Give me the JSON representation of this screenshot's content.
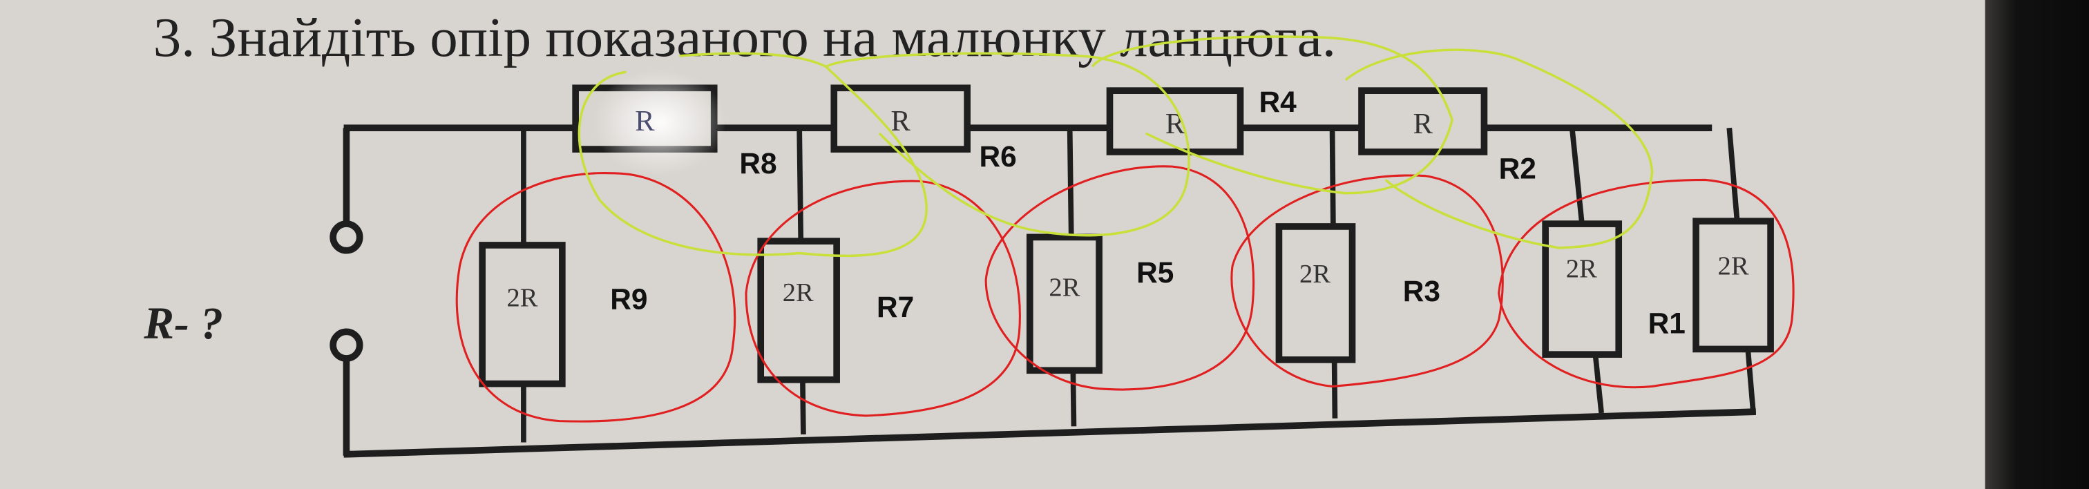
{
  "title": "3. Знайдіть опір показаного на малюнку ланцюга.",
  "question": "R- ?",
  "series_resistors": [
    {
      "value": "R",
      "annotation": "R8"
    },
    {
      "value": "R",
      "annotation": "R6"
    },
    {
      "value": "R",
      "annotation": "R4"
    },
    {
      "value": "R",
      "annotation": "R2"
    }
  ],
  "parallel_resistors": [
    {
      "value": "2R",
      "annotation": "R9"
    },
    {
      "value": "2R",
      "annotation": "R7"
    },
    {
      "value": "2R",
      "annotation": "R5"
    },
    {
      "value": "2R",
      "annotation": "R3"
    },
    {
      "value": "2R",
      "annotation": ""
    },
    {
      "value": "2R",
      "annotation": "R1"
    }
  ],
  "colors": {
    "background": "#d8d4cf",
    "wire": "#1e1e1e",
    "red_marks": "#e02020",
    "green_marks": "#c8e03a"
  }
}
